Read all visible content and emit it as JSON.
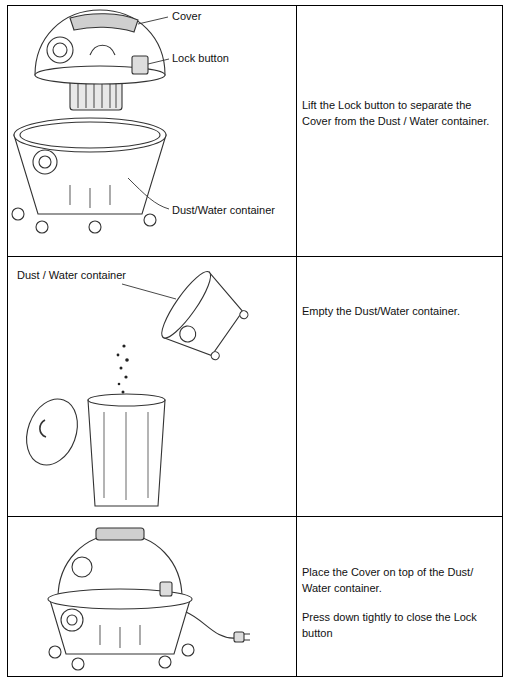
{
  "diagram": {
    "labels": [
      "Cover",
      "Lock button",
      "Dust/Water container",
      "Lift the Lock button to separate the Cover from the Dust / Water container.",
      "Dust / Water container",
      "Empty the Dust/Water container.",
      "Place the Cover on top of the Dust/ Water container.",
      "Press down tightly to close the Lock button"
    ]
  }
}
